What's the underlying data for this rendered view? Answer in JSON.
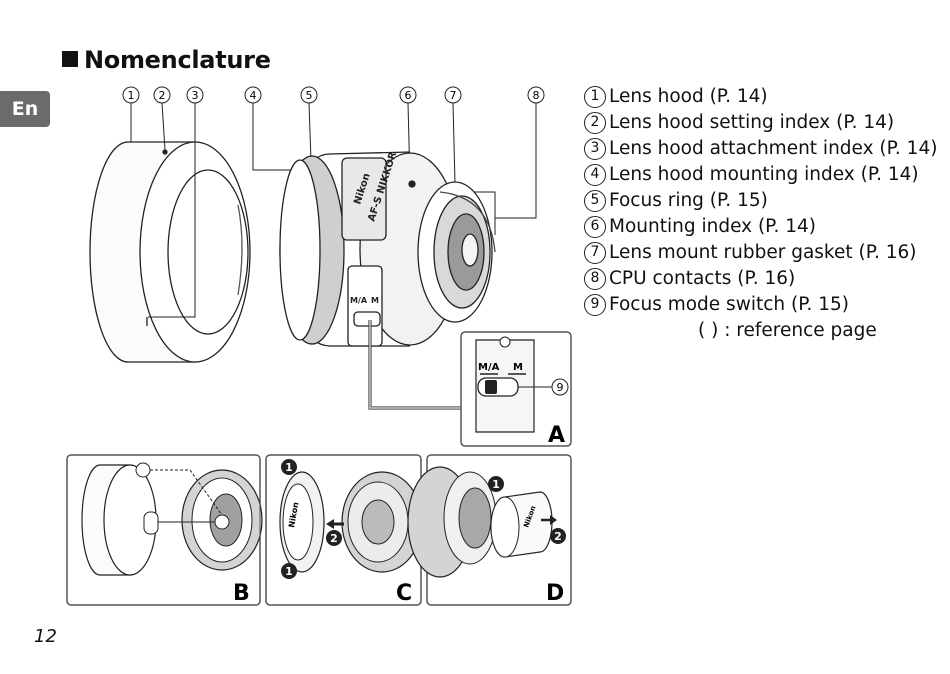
{
  "page": {
    "heading": "Nomenclature",
    "language_tab": "En",
    "page_number": "12"
  },
  "callout_numbers": [
    "1",
    "2",
    "3",
    "4",
    "5",
    "6",
    "7",
    "8",
    "9"
  ],
  "legend": [
    {
      "num": "1",
      "text": "Lens hood (P. 14)"
    },
    {
      "num": "2",
      "text": "Lens hood setting index (P. 14)"
    },
    {
      "num": "3",
      "text": "Lens hood attachment index (P. 14)"
    },
    {
      "num": "4",
      "text": "Lens hood mounting index (P. 14)"
    },
    {
      "num": "5",
      "text": "Focus ring (P. 15)"
    },
    {
      "num": "6",
      "text": "Mounting index (P. 14)"
    },
    {
      "num": "7",
      "text": "Lens mount rubber gasket (P. 16)"
    },
    {
      "num": "8",
      "text": "CPU contacts (P. 16)"
    },
    {
      "num": "9",
      "text": "Focus mode switch (P. 15)"
    }
  ],
  "legend_note": "(     ) : reference page",
  "lens_text": {
    "brand": "Nikon",
    "model": "AF-S NIKKOR",
    "switch_ma": "M/A",
    "switch_m": "M"
  },
  "inset_labels": {
    "a": "A",
    "b": "B",
    "c": "C",
    "d": "D",
    "step1": "1",
    "step2": "2"
  }
}
